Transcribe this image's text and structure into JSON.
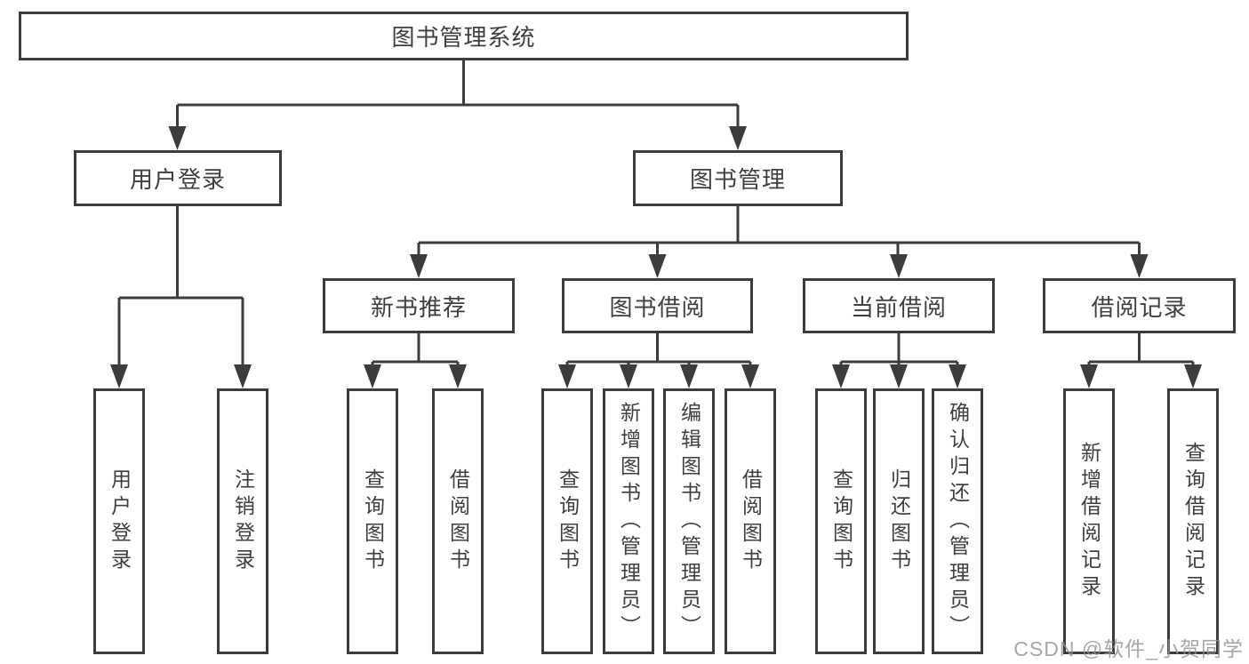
{
  "diagram": {
    "root": {
      "label": "图书管理系统"
    },
    "level1": [
      {
        "label": "用户登录",
        "children": [
          {
            "label": "用户登录"
          },
          {
            "label": "注销登录"
          }
        ]
      },
      {
        "label": "图书管理",
        "children": [
          {
            "label": "新书推荐",
            "children": [
              {
                "label": "查询图书"
              },
              {
                "label": "借阅图书"
              }
            ]
          },
          {
            "label": "图书借阅",
            "children": [
              {
                "label": "查询图书"
              },
              {
                "label": "新增图书（管理员）"
              },
              {
                "label": "编辑图书（管理员）"
              },
              {
                "label": "借阅图书"
              }
            ]
          },
          {
            "label": "当前借阅",
            "children": [
              {
                "label": "查询图书"
              },
              {
                "label": "归还图书"
              },
              {
                "label": "确认归还（管理员）"
              }
            ]
          },
          {
            "label": "借阅记录",
            "children": [
              {
                "label": "新增借阅记录"
              },
              {
                "label": "查询借阅记录"
              }
            ]
          }
        ]
      }
    ]
  },
  "watermark": {
    "text": "CSDN @软件_小贺同学"
  },
  "colors": {
    "line": "#3c3c3c",
    "text": "#3f3f3f",
    "background": "#ffffff",
    "box_fill": "#ffffff",
    "watermark": "#919191"
  }
}
